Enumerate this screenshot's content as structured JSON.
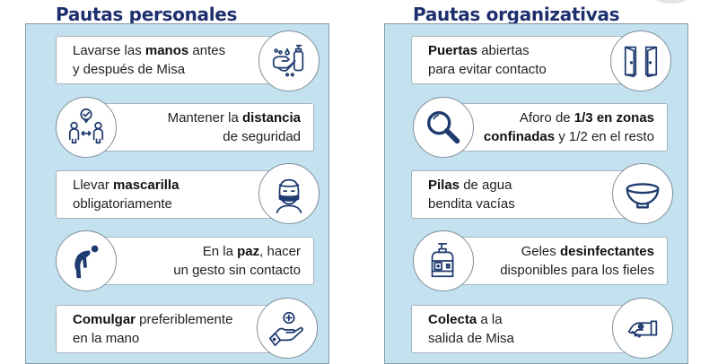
{
  "colors": {
    "title": "#1e2f6e",
    "panel": "#c3e1ee",
    "icon_stroke": "#1e3a6e"
  },
  "sections": [
    {
      "title": "Pautas personales",
      "items": [
        {
          "icon": "hand-washing-icon",
          "side": "left",
          "pre": "Lavarse las ",
          "bold": "manos",
          "post": " antes",
          "line2": "y después de Misa"
        },
        {
          "icon": "social-distance-icon",
          "side": "right",
          "pre": "Mantener la ",
          "bold": "distancia",
          "post": "",
          "line2": "de seguridad"
        },
        {
          "icon": "face-mask-icon",
          "side": "left",
          "pre": "Llevar ",
          "bold": "mascarilla",
          "post": "",
          "line2": "obligatoriamente"
        },
        {
          "icon": "bowing-person-icon",
          "side": "right",
          "pre": "En la ",
          "bold": "paz",
          "post": ", hacer",
          "line2": "un gesto sin contacto"
        },
        {
          "icon": "communion-hand-icon",
          "side": "left",
          "pre": "",
          "bold": "Comulgar",
          "post": " preferiblemente",
          "line2": "en la mano"
        }
      ]
    },
    {
      "title": "Pautas organizativas",
      "items": [
        {
          "icon": "open-doors-icon",
          "side": "left",
          "pre": "",
          "bold": "Puertas",
          "post": " abiertas",
          "line2": "para evitar contacto"
        },
        {
          "icon": "magnifier-icon",
          "side": "right",
          "pre": "Aforo de ",
          "bold": "1/3 en zonas",
          "post": "",
          "line2_bold": "confinadas",
          "line2": " y 1/2 en el resto"
        },
        {
          "icon": "bowl-icon",
          "side": "left",
          "pre": "",
          "bold": "Pilas",
          "post": " de agua",
          "line2": "bendita vacías"
        },
        {
          "icon": "sanitizer-bottle-icon",
          "side": "right",
          "pre": "Geles ",
          "bold": "desinfectantes",
          "post": "",
          "line2": "disponibles para los fieles"
        },
        {
          "icon": "giving-hand-icon",
          "side": "left",
          "pre": "",
          "bold": "Colecta",
          "post": " a la",
          "line2": "salida de Misa"
        }
      ]
    }
  ]
}
